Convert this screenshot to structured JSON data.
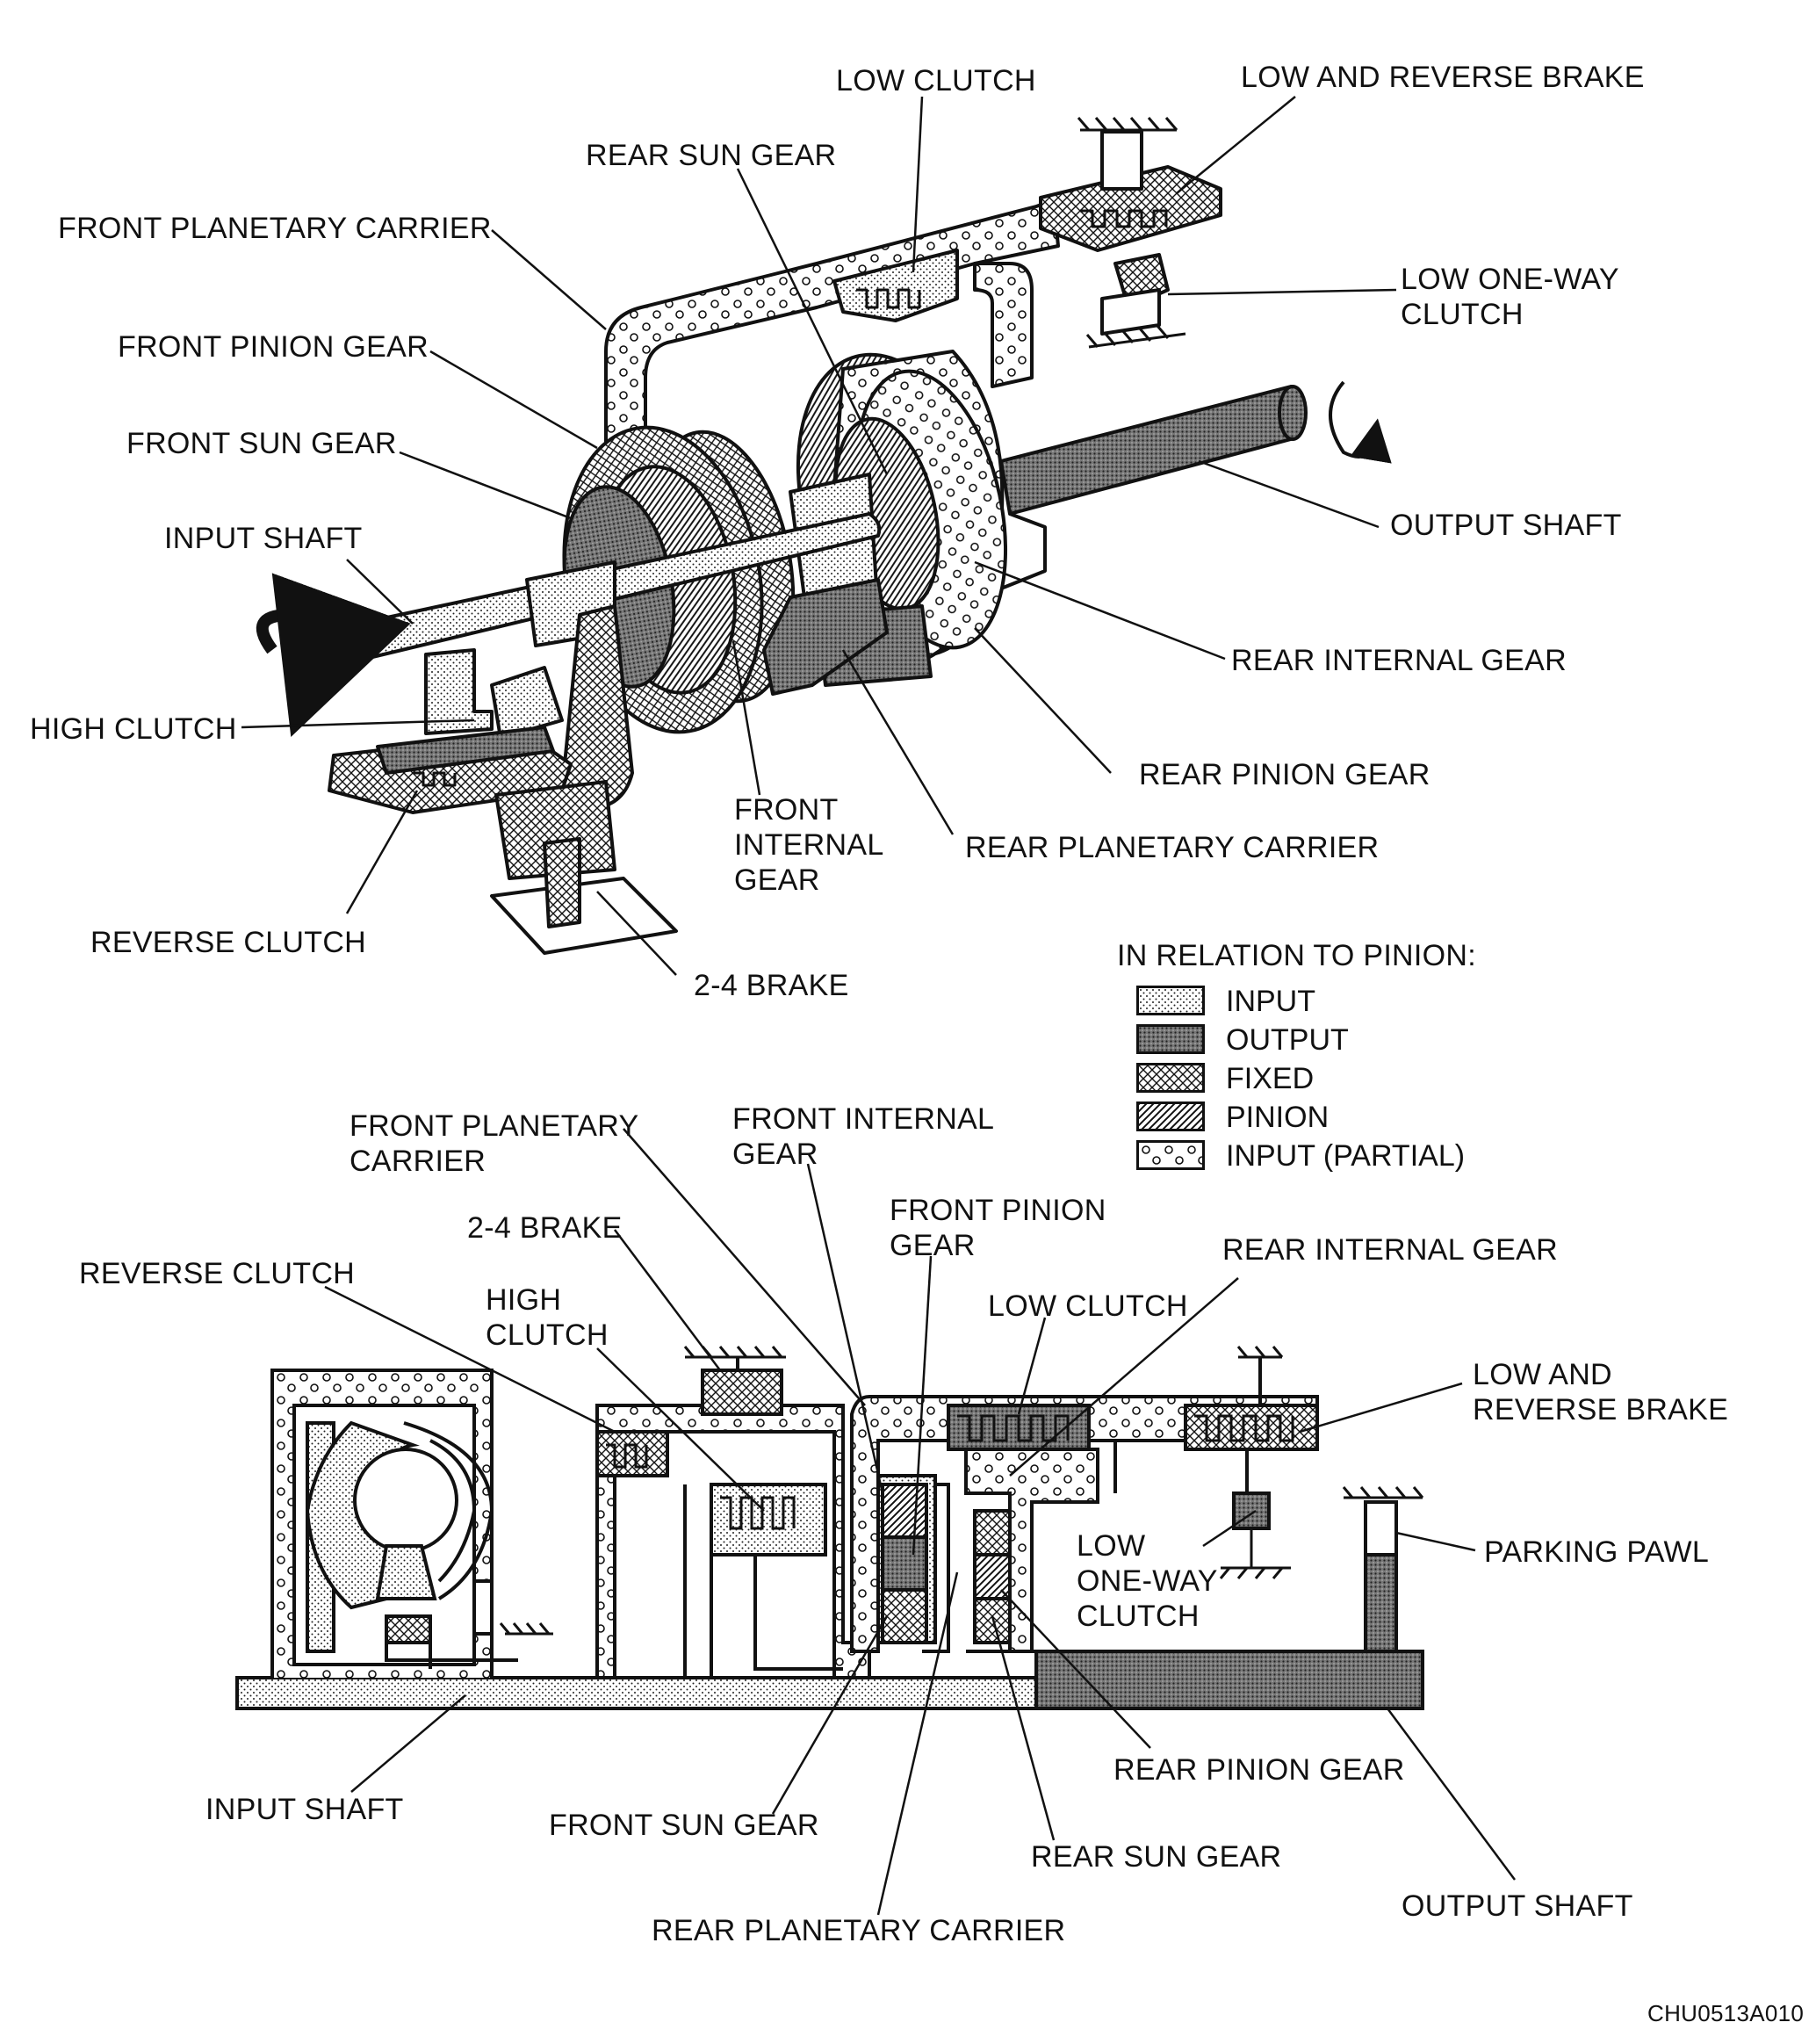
{
  "top": {
    "labels": {
      "low_clutch": "LOW CLUTCH",
      "low_reverse_brake": "LOW AND REVERSE BRAKE",
      "rear_sun_gear": "REAR SUN GEAR",
      "front_planetary_carrier": "FRONT PLANETARY CARRIER",
      "low_one_way_clutch": "LOW ONE-WAY\nCLUTCH",
      "front_pinion_gear": "FRONT PINION GEAR",
      "front_sun_gear": "FRONT SUN GEAR",
      "output_shaft": "OUTPUT SHAFT",
      "input_shaft": "INPUT SHAFT",
      "rear_internal_gear": "REAR INTERNAL GEAR",
      "high_clutch": "HIGH CLUTCH",
      "rear_pinion_gear": "REAR PINION GEAR",
      "front_internal_gear": "FRONT\nINTERNAL\nGEAR",
      "rear_planetary_carrier": "REAR PLANETARY CARRIER",
      "reverse_clutch": "REVERSE CLUTCH",
      "brake_2_4": "2-4 BRAKE"
    }
  },
  "legend": {
    "title": "IN RELATION TO PINION:",
    "items": [
      {
        "label": "INPUT",
        "pattern": "input"
      },
      {
        "label": "OUTPUT",
        "pattern": "output"
      },
      {
        "label": "FIXED",
        "pattern": "fixed"
      },
      {
        "label": "PINION",
        "pattern": "pinion"
      },
      {
        "label": "INPUT (PARTIAL)",
        "pattern": "partial"
      }
    ]
  },
  "bottom": {
    "labels": {
      "front_planetary_carrier": "FRONT PLANETARY\nCARRIER",
      "front_internal_gear": "FRONT INTERNAL\nGEAR",
      "front_pinion_gear": "FRONT PINION\nGEAR",
      "brake_2_4": "2-4 BRAKE",
      "rear_internal_gear": "REAR INTERNAL GEAR",
      "reverse_clutch": "REVERSE CLUTCH",
      "high_clutch": "HIGH\nCLUTCH",
      "low_clutch": "LOW CLUTCH",
      "low_reverse_brake": "LOW AND\nREVERSE BRAKE",
      "low_one_way_clutch": "LOW\nONE-WAY\nCLUTCH",
      "parking_pawl": "PARKING PAWL",
      "rear_pinion_gear": "REAR PINION GEAR",
      "input_shaft": "INPUT SHAFT",
      "front_sun_gear": "FRONT SUN GEAR",
      "rear_sun_gear": "REAR SUN GEAR",
      "output_shaft": "OUTPUT SHAFT",
      "rear_planetary_carrier": "REAR PLANETARY CARRIER"
    }
  },
  "figure_code": "CHU0513A010",
  "colors": {
    "ink": "#111111",
    "paper": "#ffffff"
  }
}
